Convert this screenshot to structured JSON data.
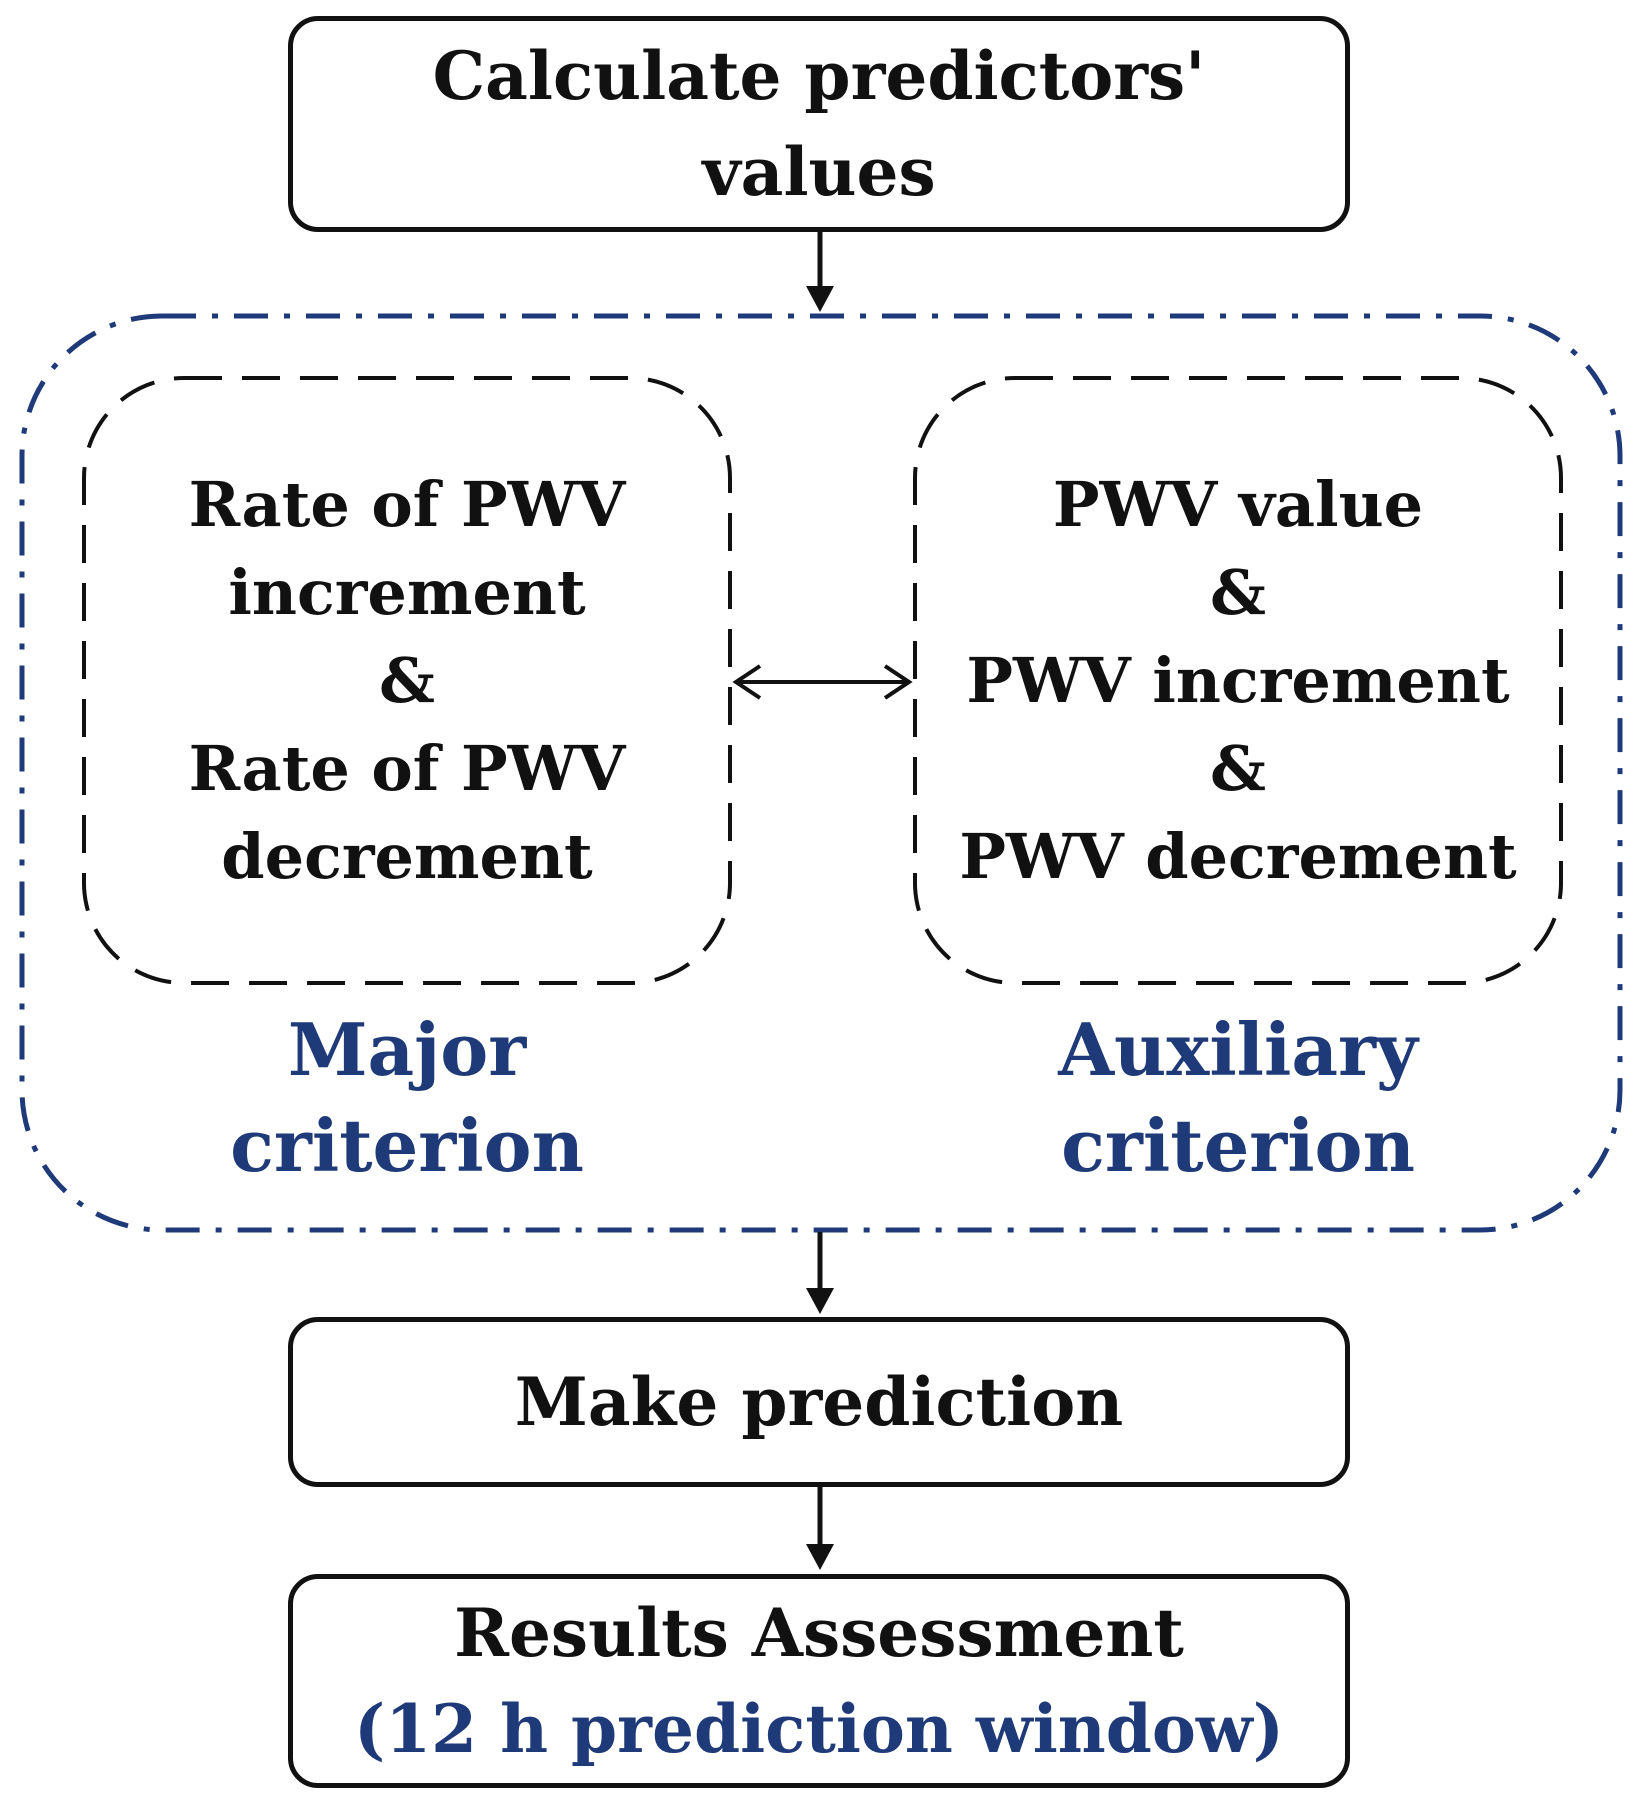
{
  "colors": {
    "text": "#111111",
    "accent_blue": "#1f3a78",
    "outer_border": "#1f3a78",
    "box_border": "#111111"
  },
  "nodes": {
    "calculate": {
      "text": "Calculate predictors'\nvalues"
    },
    "major_box": {
      "text": "Rate of PWV\nincrement\n&\nRate of PWV\ndecrement"
    },
    "auxiliary_box": {
      "text": "PWV value\n&\nPWV increment\n&\nPWV decrement"
    },
    "major_label": {
      "text": "Major\ncriterion"
    },
    "auxiliary_label": {
      "text": "Auxiliary\ncriterion"
    },
    "make_prediction": {
      "text": "Make prediction"
    },
    "results": {
      "title": "Results Assessment",
      "subtitle": "(12 h prediction window)"
    }
  },
  "edges": [
    {
      "from": "calculate",
      "to": "criteria_group",
      "style": "arrow"
    },
    {
      "from": "major_box",
      "to": "auxiliary_box",
      "style": "double-arrow"
    },
    {
      "from": "criteria_group",
      "to": "make_prediction",
      "style": "arrow"
    },
    {
      "from": "make_prediction",
      "to": "results",
      "style": "arrow"
    }
  ]
}
